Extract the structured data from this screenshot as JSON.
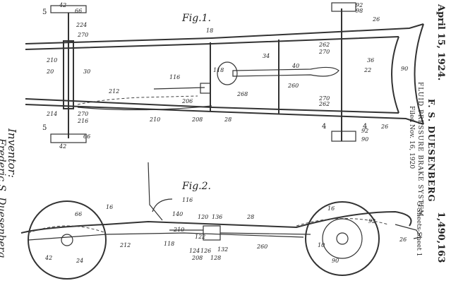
{
  "date": "April 15, 1924.",
  "inventor": "F. S. DUESENBERG",
  "title": "FLUID PRESSURE BRAKE SYSTEM",
  "filed": "Filed Nov. 16, 1920",
  "sheets": "5 Sheets-Sheet 1",
  "patent_number": "1,490,163",
  "inventor_block": {
    "heading": "Inventor:",
    "name": "Frederic S. Duesenberg"
  },
  "fig1": {
    "caption": "Fig.1.",
    "refs": [
      "66",
      "42",
      "224",
      "270",
      "210",
      "20",
      "30",
      "212",
      "214",
      "270",
      "216",
      "66",
      "42",
      "18",
      "34",
      "270",
      "262",
      "40",
      "22",
      "260",
      "36",
      "268",
      "118",
      "116",
      "206",
      "208",
      "28",
      "270",
      "262",
      "26",
      "90",
      "98",
      "92",
      "90",
      "92",
      "26",
      "210"
    ],
    "section_marks": [
      "5",
      "5",
      "4",
      "4"
    ]
  },
  "fig2": {
    "caption": "Fig.2.",
    "refs": [
      "116",
      "140",
      "120",
      "136",
      "210",
      "118",
      "122",
      "124",
      "126",
      "128",
      "132",
      "208",
      "16",
      "66",
      "42",
      "212",
      "24",
      "28",
      "260",
      "16",
      "92",
      "10",
      "90",
      "26"
    ]
  }
}
